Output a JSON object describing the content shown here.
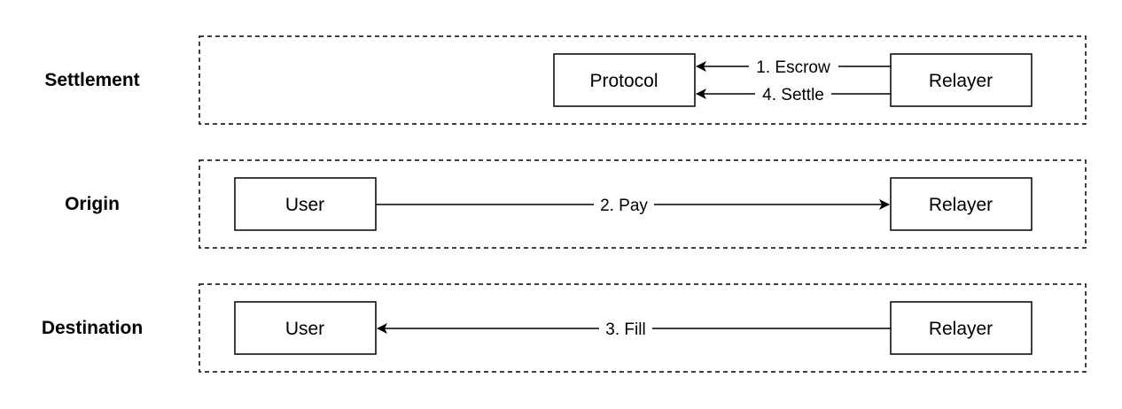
{
  "lanes": {
    "settlement": "Settlement",
    "origin": "Origin",
    "destination": "Destination"
  },
  "nodes": {
    "settlement_protocol": "Protocol",
    "settlement_relayer": "Relayer",
    "origin_user": "User",
    "origin_relayer": "Relayer",
    "destination_user": "User",
    "destination_relayer": "Relayer"
  },
  "edges": {
    "escrow": "1. Escrow",
    "pay": "2. Pay",
    "fill": "3. Fill",
    "settle": "4. Settle"
  }
}
